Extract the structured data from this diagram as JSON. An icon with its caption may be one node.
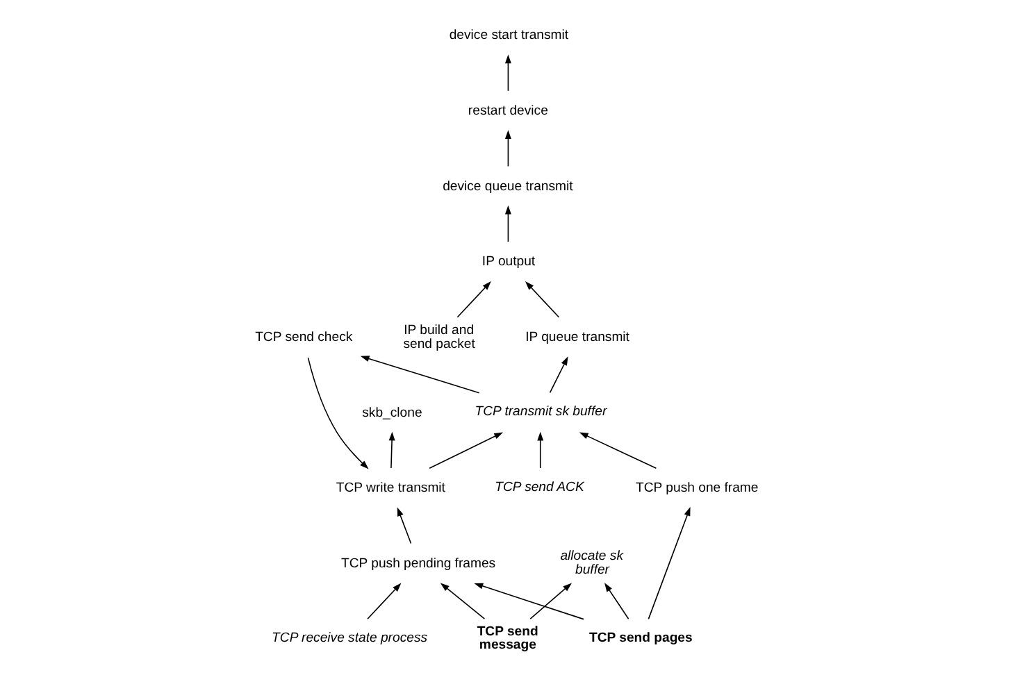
{
  "diagram": {
    "nodes": [
      {
        "text": [
          "skb_clone"
        ]
      },
      {
        "text": [
          "TCP send check"
        ]
      },
      {
        "text": [
          "TCP write transmit"
        ]
      },
      {
        "text": [
          "TCP receive state process"
        ]
      },
      {
        "text": [
          "TCP send message"
        ]
      },
      {
        "text": [
          "allocate sk buffer"
        ]
      },
      {
        "text": [
          "TCP transmit sk buffer"
        ]
      },
      {
        "text": [
          "TCP push pending frames"
        ]
      },
      {
        "text": [
          "TCP push one frame"
        ]
      },
      {
        "text": [
          "TCP send ACK"
        ]
      },
      {
        "text": [
          "IP queue transmit"
        ]
      },
      {
        "text": [
          "TCP send pages"
        ]
      },
      {
        "text": [
          "IP output"
        ]
      },
      {
        "text": [
          "device queue transmit"
        ]
      },
      {
        "text": [
          "restart device"
        ]
      },
      {
        "text": [
          "IP build and send packet"
        ]
      },
      {
        "text": [
          "device start transmit"
        ]
      }
    ],
    "edges": [
      {
        "from": 2,
        "to": 0,
        "arrow": "to"
      },
      {
        "from": 1,
        "to": 2,
        "arrow": "to"
      },
      {
        "from": 6,
        "to": 1,
        "arrow": "to"
      },
      {
        "from": 2,
        "to": 6,
        "arrow": "to"
      },
      {
        "from": 7,
        "to": 2,
        "arrow": "to"
      },
      {
        "from": 3,
        "to": 7,
        "arrow": "to"
      },
      {
        "from": 4,
        "to": 7,
        "arrow": "to"
      },
      {
        "from": 4,
        "to": 5,
        "arrow": "to"
      },
      {
        "from": 9,
        "to": 6,
        "arrow": "to"
      },
      {
        "from": 6,
        "to": 10,
        "arrow": "to"
      },
      {
        "from": 8,
        "to": 6,
        "arrow": "to"
      },
      {
        "from": 11,
        "to": 8,
        "arrow": "to"
      },
      {
        "from": 11,
        "to": 7,
        "arrow": "to"
      },
      {
        "from": 11,
        "to": 5,
        "arrow": "to"
      },
      {
        "from": 10,
        "to": 12,
        "arrow": "to"
      },
      {
        "from": 12,
        "to": 13,
        "arrow": "to"
      },
      {
        "from": 13,
        "to": 14,
        "arrow": "to"
      },
      {
        "from": 15,
        "to": 12,
        "arrow": "to"
      },
      {
        "from": 14,
        "to": 16,
        "arrow": "to"
      }
    ]
  }
}
